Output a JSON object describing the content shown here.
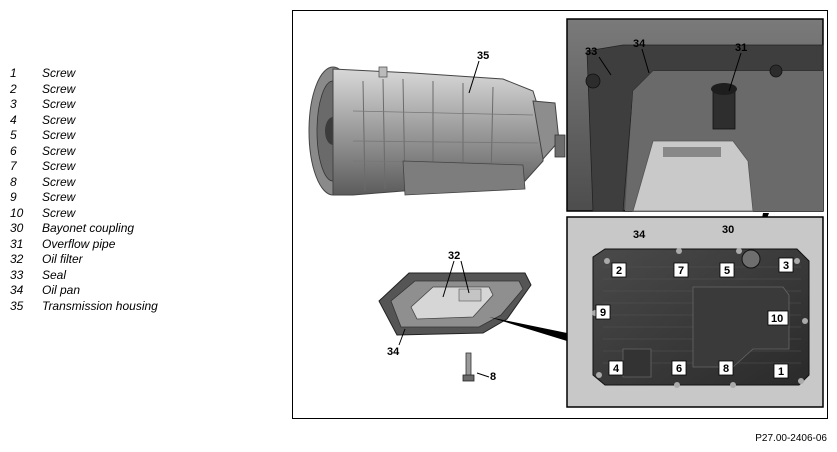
{
  "legend": [
    {
      "num": "1",
      "label": "Screw"
    },
    {
      "num": "2",
      "label": "Screw"
    },
    {
      "num": "3",
      "label": "Screw"
    },
    {
      "num": "4",
      "label": "Screw"
    },
    {
      "num": "5",
      "label": "Screw"
    },
    {
      "num": "6",
      "label": "Screw"
    },
    {
      "num": "7",
      "label": "Screw"
    },
    {
      "num": "8",
      "label": "Screw"
    },
    {
      "num": "9",
      "label": "Screw"
    },
    {
      "num": "10",
      "label": "Screw"
    },
    {
      "num": "30",
      "label": "Bayonet coupling"
    },
    {
      "num": "31",
      "label": "Overflow pipe"
    },
    {
      "num": "32",
      "label": "Oil filter"
    },
    {
      "num": "33",
      "label": "Seal"
    },
    {
      "num": "34",
      "label": "Oil pan"
    },
    {
      "num": "35",
      "label": "Transmission housing"
    }
  ],
  "callouts": {
    "c1": "1",
    "c2": "2",
    "c3": "3",
    "c4": "4",
    "c5": "5",
    "c6": "6",
    "c7": "7",
    "c8": "8",
    "c9": "9",
    "c10": "10",
    "c30": "30",
    "c31": "31",
    "c32": "32",
    "c33": "33",
    "c34_pan": "34",
    "c34_detail": "34",
    "c34_top": "34",
    "c35": "35",
    "c8_bolt": "8"
  },
  "figure_ref": "P27.00-2406-06"
}
